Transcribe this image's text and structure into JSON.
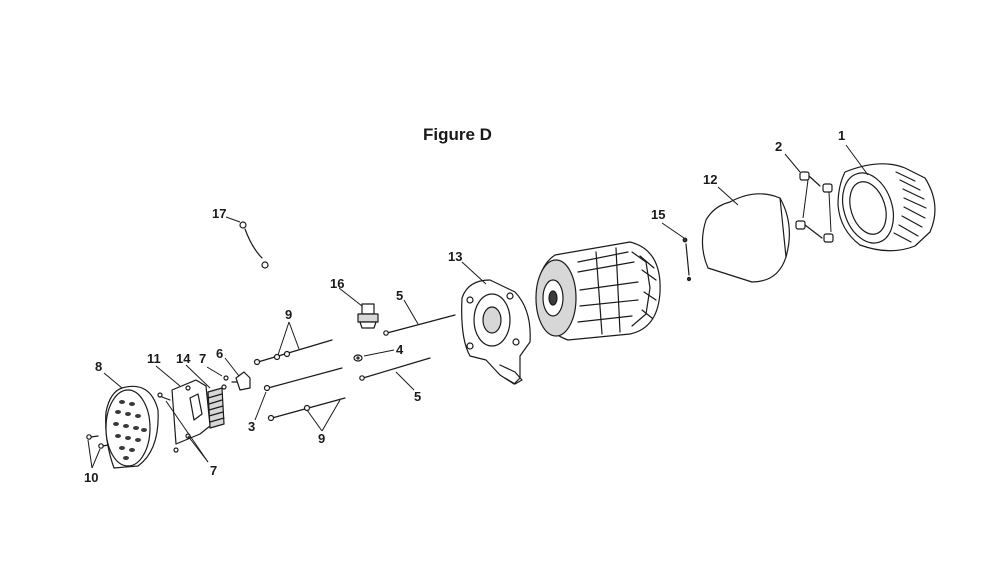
{
  "figure": {
    "title": "Figure D"
  },
  "callouts": {
    "c1": "1",
    "c2": "2",
    "c3": "3",
    "c4": "4",
    "c5a": "5",
    "c5b": "5",
    "c6": "6",
    "c7a": "7",
    "c7b": "7",
    "c8": "8",
    "c9a": "9",
    "c9b": "9",
    "c10": "10",
    "c11": "11",
    "c12": "12",
    "c13": "13",
    "c14": "14",
    "c15": "15",
    "c16": "16",
    "c17": "17"
  }
}
